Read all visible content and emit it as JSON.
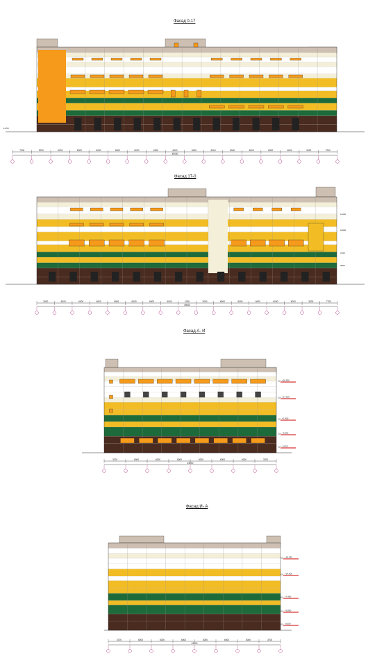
{
  "colors": {
    "beige": "#cdbfb2",
    "cream": "#f3efd9",
    "white": "#ffffff",
    "yellow": "#f2bd24",
    "orange": "#f59a1a",
    "green": "#1d6b3a",
    "brown": "#4a2b20",
    "axis": "#a0106a",
    "level_mark": "#cc0000",
    "line": "#222222"
  },
  "drawings": [
    {
      "key": "f1",
      "title": "Фасад 0-17",
      "total_dim": "49000",
      "level_left": "-1,050",
      "dims": [
        "7000",
        "3000",
        "6000",
        "6000",
        "6000",
        "6000",
        "6000",
        "6000",
        "6000",
        "6000",
        "6000",
        "6000",
        "6000",
        "6000",
        "6000",
        "3000",
        "7000"
      ]
    },
    {
      "key": "f2",
      "title": "Фасад 17-0",
      "total_dim": "49000",
      "dims": [
        "3000",
        "6000",
        "6000",
        "6000",
        "6000",
        "6000",
        "6000",
        "6000",
        "1000",
        "3000",
        "6000",
        "6000",
        "6000",
        "6000",
        "6000",
        "3000",
        "7700"
      ],
      "levels_right": [
        "14600",
        "10600",
        "7400",
        "3800"
      ]
    },
    {
      "key": "f3",
      "title": "Фасад А- И",
      "total_dim": "43000",
      "dims": [
        "3700",
        "6000",
        "6000",
        "6000",
        "6000",
        "6000",
        "6000",
        "3700"
      ],
      "levels_right": [
        "+18,550",
        "+14,600",
        "+7,400",
        "+3,800",
        "-0,050"
      ]
    },
    {
      "key": "f4",
      "title": "Фасад И- А",
      "total_dim": "43000",
      "dims": [
        "3700",
        "6000",
        "6000",
        "6000",
        "6000",
        "6000",
        "6000",
        "3700"
      ],
      "levels_right": [
        "+18,550",
        "+14,600",
        "+7,400",
        "+3,800",
        "-0,050"
      ]
    }
  ]
}
